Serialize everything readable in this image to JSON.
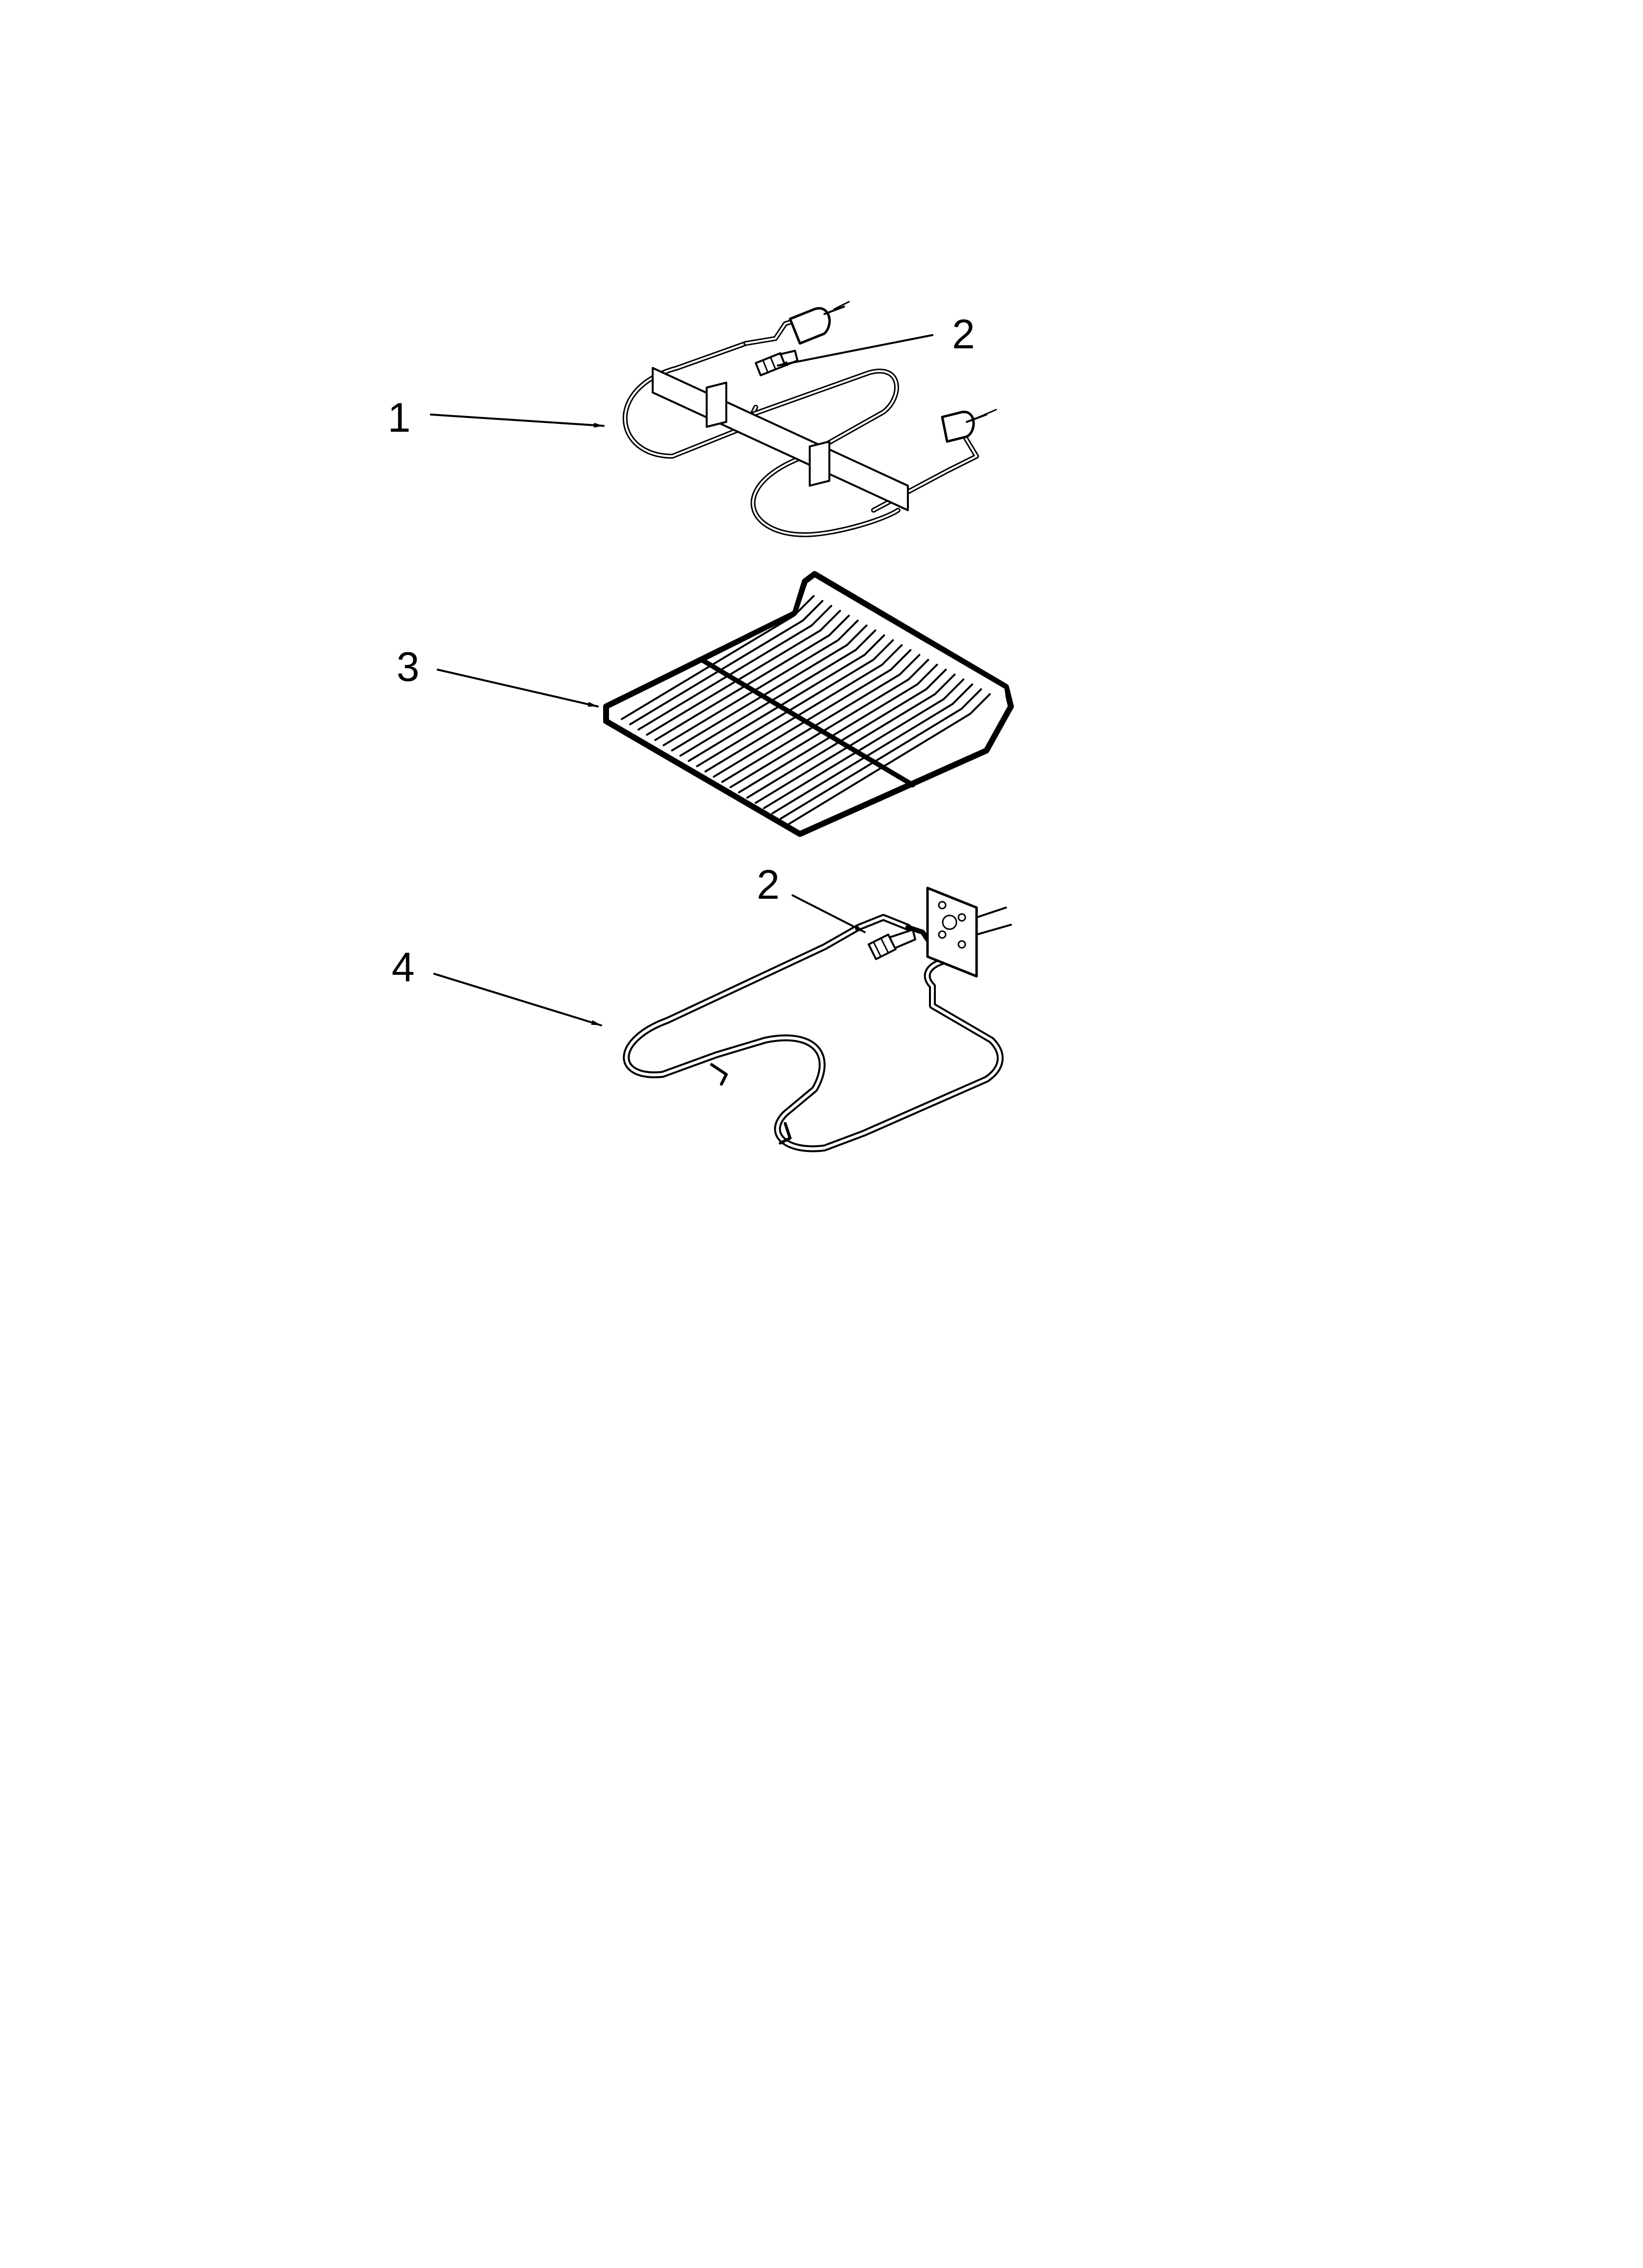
{
  "diagram": {
    "callouts": [
      {
        "id": "c1",
        "label": "1"
      },
      {
        "id": "c2a",
        "label": "2"
      },
      {
        "id": "c3",
        "label": "3"
      },
      {
        "id": "c2b",
        "label": "2"
      },
      {
        "id": "c4",
        "label": "4"
      }
    ],
    "parts": [
      {
        "icon": "broil-element-icon"
      },
      {
        "icon": "screw-icon"
      },
      {
        "icon": "oven-rack-icon"
      },
      {
        "icon": "bake-element-icon"
      }
    ]
  }
}
